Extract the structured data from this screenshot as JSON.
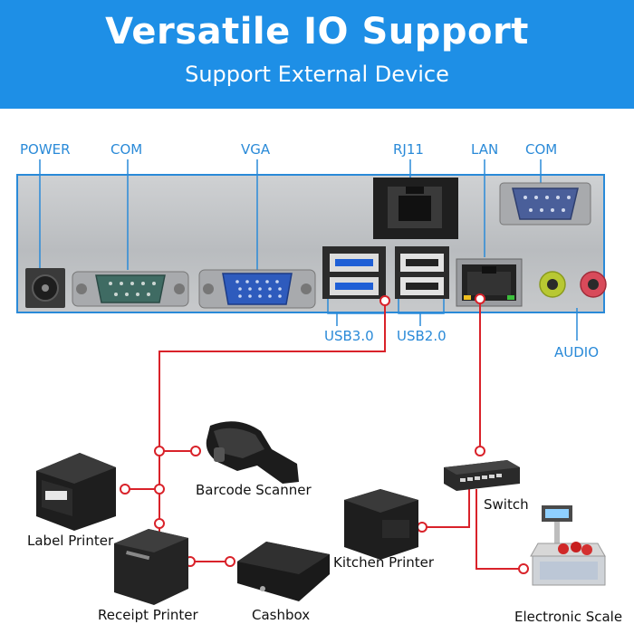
{
  "header": {
    "title": "Versatile IO Support",
    "subtitle": "Support External Device",
    "background_color": "#1e8fe6"
  },
  "ports": {
    "power": "POWER",
    "com_left": "COM",
    "vga": "VGA",
    "rj11": "RJ11",
    "lan": "LAN",
    "com_right": "COM",
    "usb3": "USB3.0",
    "usb2": "USB2.0",
    "audio": "AUDIO"
  },
  "devices": {
    "barcode_scanner": "Barcode Scanner",
    "label_printer": "Label Printer",
    "receipt_printer": "Receipt Printer",
    "cashbox": "Cashbox",
    "kitchen_printer": "Kitchen Printer",
    "switch": "Switch",
    "electronic_scale": "Electronic Scale"
  },
  "colors": {
    "label_blue": "#2a8ad8",
    "connector_red": "#d9222a"
  }
}
